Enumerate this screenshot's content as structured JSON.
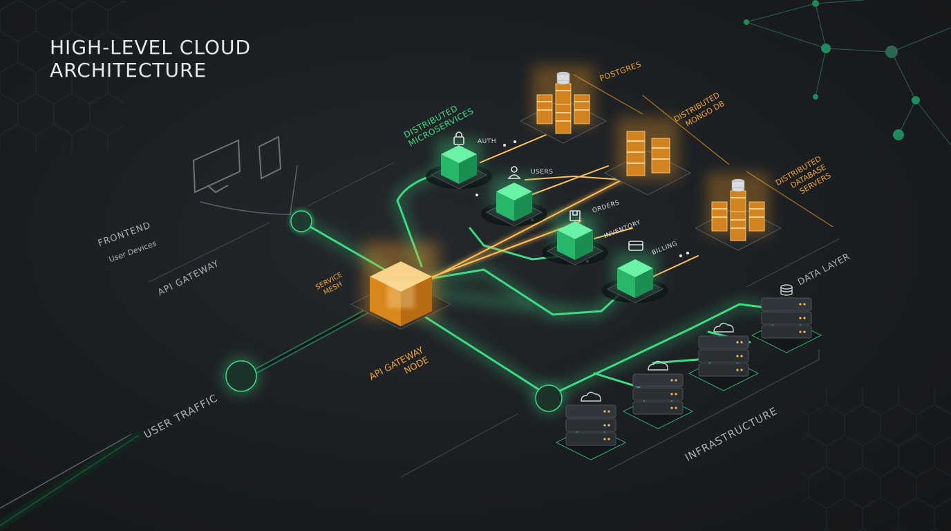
{
  "title": {
    "line1": "HIGH-LEVEL CLOUD",
    "line2": "ARCHITECTURE"
  },
  "labels": {
    "frontend": "FRONTEND",
    "user_devices": "User Devices",
    "api_gateway": "API GATEWAY",
    "service_mesh_1": "SERVICE",
    "service_mesh_2": "MESH",
    "api_gateway_node_1": "API GATEWAY",
    "api_gateway_node_2": "NODE",
    "user_traffic": "USER TRAFFIC",
    "microservices_1": "DISTRIBUTED",
    "microservices_2": "MICROSERVICES",
    "postgres": "POSTGRES",
    "mongodb_1": "DISTRIBUTED",
    "mongodb_2": "MONGO DB",
    "dbservers_1": "DISTRIBUTED",
    "dbservers_2": "DATABASE",
    "dbservers_3": "SERVERS",
    "data_layer": "DATA LAYER",
    "infrastructure": "INFRASTRUCTURE"
  },
  "services": [
    {
      "label": "AUTH",
      "icon": "lock-icon"
    },
    {
      "label": "USERS",
      "icon": "user-icon"
    },
    {
      "label": "ORDERS",
      "icon": "box-icon"
    },
    {
      "label": "INVENTORY",
      "icon": ""
    },
    {
      "label": "BILLING",
      "icon": "card-icon"
    }
  ],
  "colors": {
    "accent_green": "#3ddc84",
    "accent_orange": "#f0a43a",
    "background": "#1a1d20",
    "text": "#e6e9ec"
  }
}
